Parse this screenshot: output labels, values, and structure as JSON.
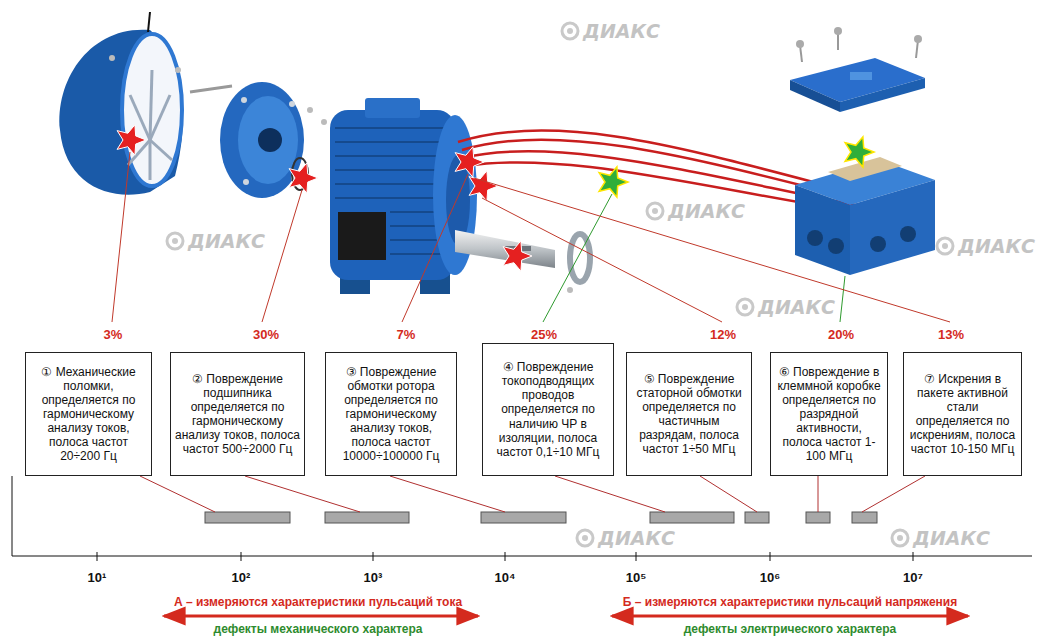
{
  "diagram": {
    "nodes": [
      {
        "text": [
          "3%",
          "① Механические поломки, определяется по гармоническому анализу токов, полоса частот 20÷200 Гц"
        ]
      },
      {
        "text": [
          "30%",
          "② Повреждение подшипника определяется по гармоническому анализу токов, полоса частот 500÷2000 Гц"
        ]
      },
      {
        "text": [
          "7%",
          "③ Повреждение обмотки ротора определяется по гармоническому анализу токов, полоса частот 10000÷100000 Гц"
        ]
      },
      {
        "text": [
          "25%",
          "④ Повреждение токоподводящих проводов определяется по наличию ЧР в изоляции, полоса частот 0,1÷10 МГц"
        ]
      },
      {
        "text": [
          "12%",
          "⑤ Повреждение статорной обмотки определяется по частичным разрядам, полоса частот 1÷50 МГц"
        ]
      },
      {
        "text": [
          "20%",
          "⑥ Повреждение в клеммной коробке определяется по разрядной активности, полоса частот 1-100 МГц"
        ]
      },
      {
        "text": [
          "13%",
          "⑦ Искрения в пакете активной стали определяется по искрениям, полоса частот 10-150 МГц"
        ]
      }
    ],
    "labels": [
      "10¹",
      "10²",
      "10³",
      "10⁴",
      "10⁵",
      "10⁶",
      "10⁷",
      "А – измеряются характеристики пульсаций тока",
      "дефекты механического характера",
      "Б – измеряются характеристики пульсаций напряжения",
      "дефекты электрического характера",
      "ДИАКС",
      "ДИАКС",
      "ДИАКС",
      "ДИАКС",
      "ДИАКС",
      "ДИАКС",
      "ДИАКС"
    ]
  }
}
